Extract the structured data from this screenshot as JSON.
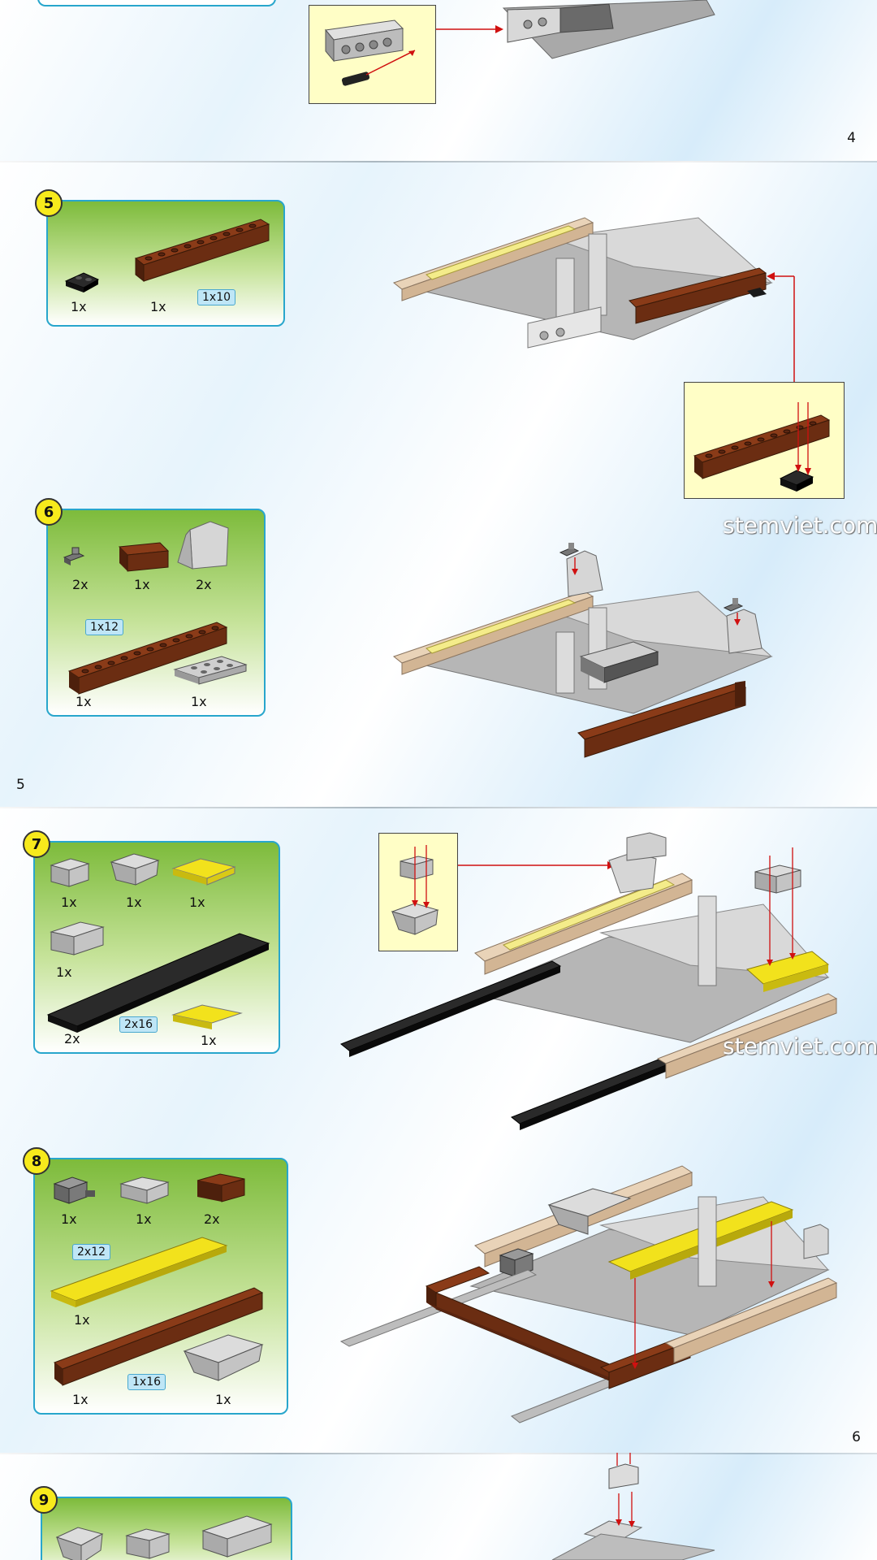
{
  "pages": [
    {
      "number": "4"
    },
    {
      "number": "5"
    },
    {
      "number": "6"
    }
  ],
  "watermark": "stemviet.com",
  "steps": [
    {
      "number": "5",
      "quantities": [
        "1x",
        "1x"
      ],
      "size_tags": [
        "1x10"
      ]
    },
    {
      "number": "6",
      "quantities": [
        "2x",
        "1x",
        "2x",
        "1x",
        "1x"
      ],
      "size_tags": [
        "1x12"
      ]
    },
    {
      "number": "7",
      "quantities": [
        "1x",
        "1x",
        "1x",
        "1x",
        "2x",
        "1x"
      ],
      "size_tags": [
        "2x16"
      ]
    },
    {
      "number": "8",
      "quantities": [
        "1x",
        "1x",
        "2x",
        "1x",
        "1x",
        "1x"
      ],
      "size_tags": [
        "2x12",
        "1x16"
      ]
    },
    {
      "number": "9"
    }
  ],
  "colors": {
    "brick_brown": "#6b2d12",
    "brick_black": "#1a1a1a",
    "brick_yellow": "#f2e21c",
    "brick_gray": "#bdbdbd",
    "brick_tan": "#dcc3a6",
    "arrow_red": "#d01010",
    "badge_yellow": "#f7ea1c",
    "box_border": "#28a6cc"
  }
}
